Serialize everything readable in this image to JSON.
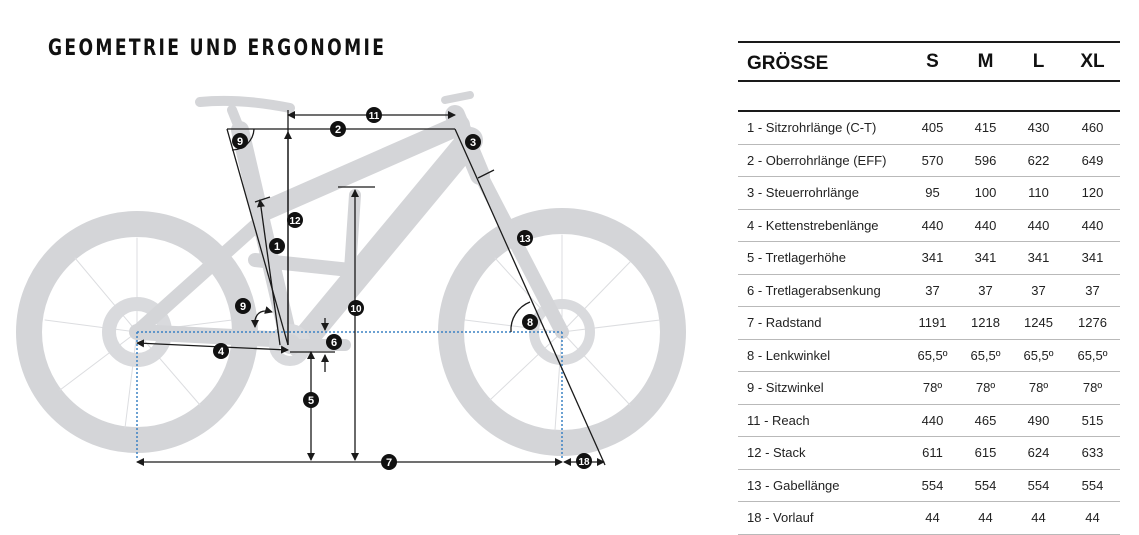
{
  "header": {
    "title": "GEOMETRIE UND ERGONOMIE"
  },
  "colors": {
    "frame": "#d4d5d8",
    "lines": "#1a1a1a",
    "dotted": "#3b82c4",
    "badge": "#111111"
  },
  "diagram": {
    "badges": [
      {
        "id": "1",
        "label": "1"
      },
      {
        "id": "2",
        "label": "2"
      },
      {
        "id": "3",
        "label": "3"
      },
      {
        "id": "4",
        "label": "4"
      },
      {
        "id": "5",
        "label": "5"
      },
      {
        "id": "6",
        "label": "6"
      },
      {
        "id": "7",
        "label": "7"
      },
      {
        "id": "8",
        "label": "8"
      },
      {
        "id": "9a",
        "label": "9"
      },
      {
        "id": "9b",
        "label": "9"
      },
      {
        "id": "10",
        "label": "10"
      },
      {
        "id": "11",
        "label": "11"
      },
      {
        "id": "12",
        "label": "12"
      },
      {
        "id": "13",
        "label": "13"
      },
      {
        "id": "18",
        "label": "18"
      }
    ]
  },
  "table": {
    "header_label": "GRÖSSE",
    "sizes": [
      "S",
      "M",
      "L",
      "XL"
    ],
    "rows": [
      {
        "label": "1 - Sitzrohrlänge (C-T)",
        "values": [
          "405",
          "415",
          "430",
          "460"
        ]
      },
      {
        "label": "2 - Oberrohrlänge (EFF)",
        "values": [
          "570",
          "596",
          "622",
          "649"
        ]
      },
      {
        "label": "3 - Steuerrohrlänge",
        "values": [
          "95",
          "100",
          "110",
          "120"
        ]
      },
      {
        "label": "4 - Kettenstrebenlänge",
        "values": [
          "440",
          "440",
          "440",
          "440"
        ]
      },
      {
        "label": "5 - Tretlagerhöhe",
        "values": [
          "341",
          "341",
          "341",
          "341"
        ]
      },
      {
        "label": "6 - Tretlagerabsenkung",
        "values": [
          "37",
          "37",
          "37",
          "37"
        ]
      },
      {
        "label": "7 - Radstand",
        "values": [
          "1191",
          "1218",
          "1245",
          "1276"
        ]
      },
      {
        "label": "8 - Lenkwinkel",
        "values": [
          "65,5º",
          "65,5º",
          "65,5º",
          "65,5º"
        ]
      },
      {
        "label": "9 - Sitzwinkel",
        "values": [
          "78º",
          "78º",
          "78º",
          "78º"
        ]
      },
      {
        "label": "11 - Reach",
        "values": [
          "440",
          "465",
          "490",
          "515"
        ]
      },
      {
        "label": "12 - Stack",
        "values": [
          "611",
          "615",
          "624",
          "633"
        ]
      },
      {
        "label": "13 - Gabellänge",
        "values": [
          "554",
          "554",
          "554",
          "554"
        ]
      },
      {
        "label": "18 - Vorlauf",
        "values": [
          "44",
          "44",
          "44",
          "44"
        ]
      }
    ]
  }
}
